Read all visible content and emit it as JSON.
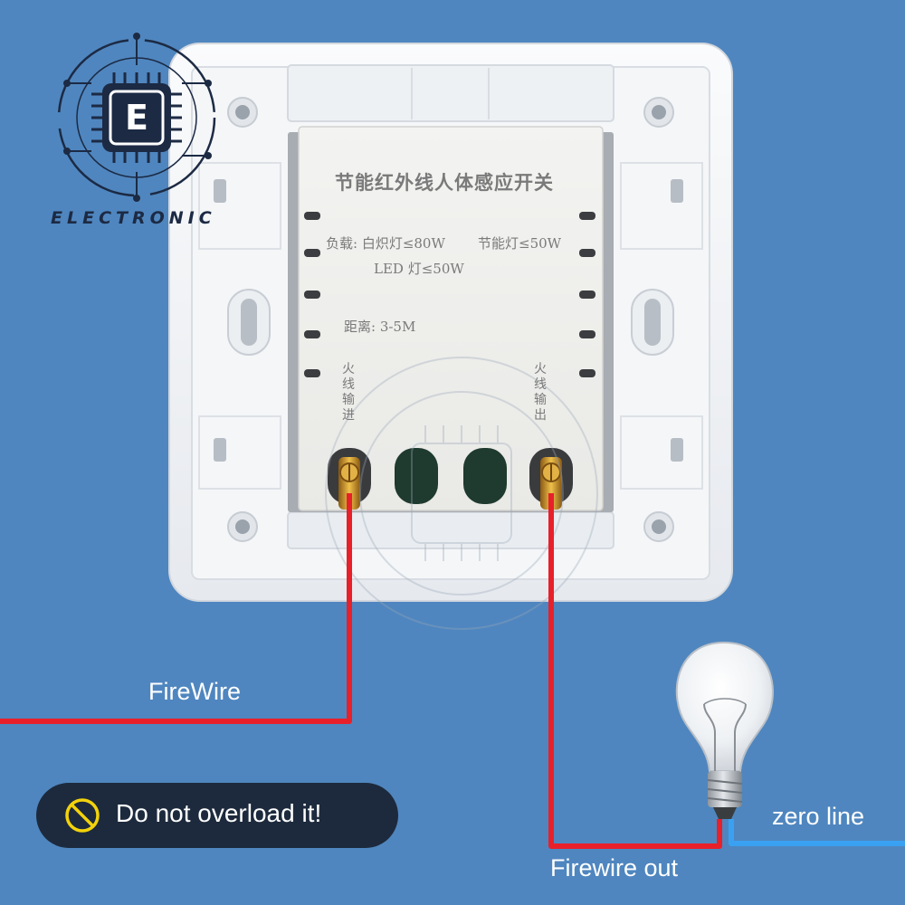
{
  "brand": {
    "name": "ELECTRONIC",
    "logo_letter": "E"
  },
  "module": {
    "title": "节能红外线人体感应开关",
    "load_incandescent": "负载: 白炽灯≤80W",
    "load_energy_saving": "节能灯≤50W",
    "load_led": "LED 灯≤50W",
    "distance": "距离: 3-5M",
    "terminal_in": "火线输进",
    "terminal_out": "火线输出"
  },
  "labels": {
    "firewire_in": "FireWire",
    "firewire_out": "Firewire out",
    "zero_line": "zero line"
  },
  "warning": {
    "text": "Do not overload it!",
    "icon": "no-entry-icon"
  },
  "colors": {
    "background": "#4f86bf",
    "firewire": "#e8202a",
    "zero_line": "#3aa1f2",
    "warning_bg": "#1d2a3d",
    "warning_icon": "#f2d30b"
  }
}
